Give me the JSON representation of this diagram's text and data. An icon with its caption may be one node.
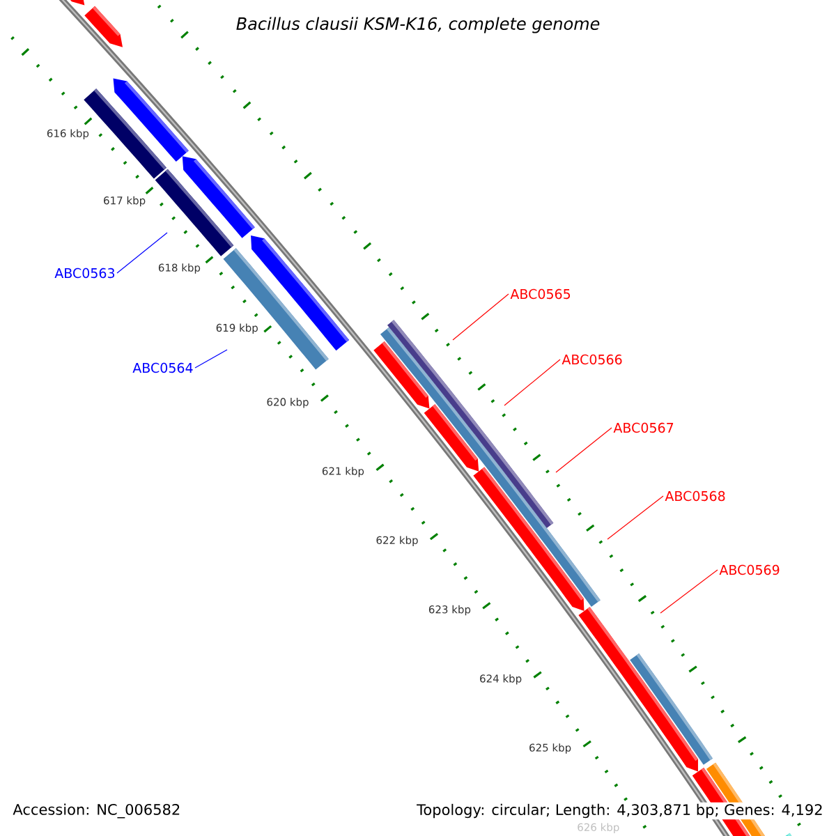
{
  "diagram": {
    "title": "Bacillus clausii KSM-K16, complete genome",
    "nodes": [
      {
        "text": [
          "ABC0563"
        ]
      },
      {
        "text": [
          "ABC0564"
        ]
      },
      {
        "text": [
          "ABC0565"
        ]
      },
      {
        "text": [
          "ABC0566"
        ]
      },
      {
        "text": [
          "ABC0567"
        ]
      },
      {
        "text": [
          "ABC0568"
        ]
      },
      {
        "text": [
          "ABC0569"
        ]
      }
    ],
    "edges": [
      {
        "from": 0,
        "to": null,
        "arrow": "none",
        "color": "#0000ff"
      },
      {
        "from": 1,
        "to": null,
        "arrow": "none",
        "color": "#0000ff"
      },
      {
        "from": 2,
        "to": null,
        "arrow": "none"
      },
      {
        "from": 3,
        "to": null,
        "arrow": "none"
      },
      {
        "from": 4,
        "to": null,
        "arrow": "none"
      },
      {
        "from": 5,
        "to": null,
        "arrow": "none"
      },
      {
        "from": 6,
        "to": null,
        "arrow": "none"
      }
    ],
    "labels": [
      "616 kbp",
      "617 kbp",
      "618 kbp",
      "619 kbp",
      "620 kbp",
      "621 kbp",
      "622 kbp",
      "623 kbp",
      "624 kbp",
      "625 kbp",
      "626 kbp",
      "Accession: NC_006582",
      "Topology: circular; Length: 4,303,871 bp; Genes: 4,192"
    ]
  }
}
